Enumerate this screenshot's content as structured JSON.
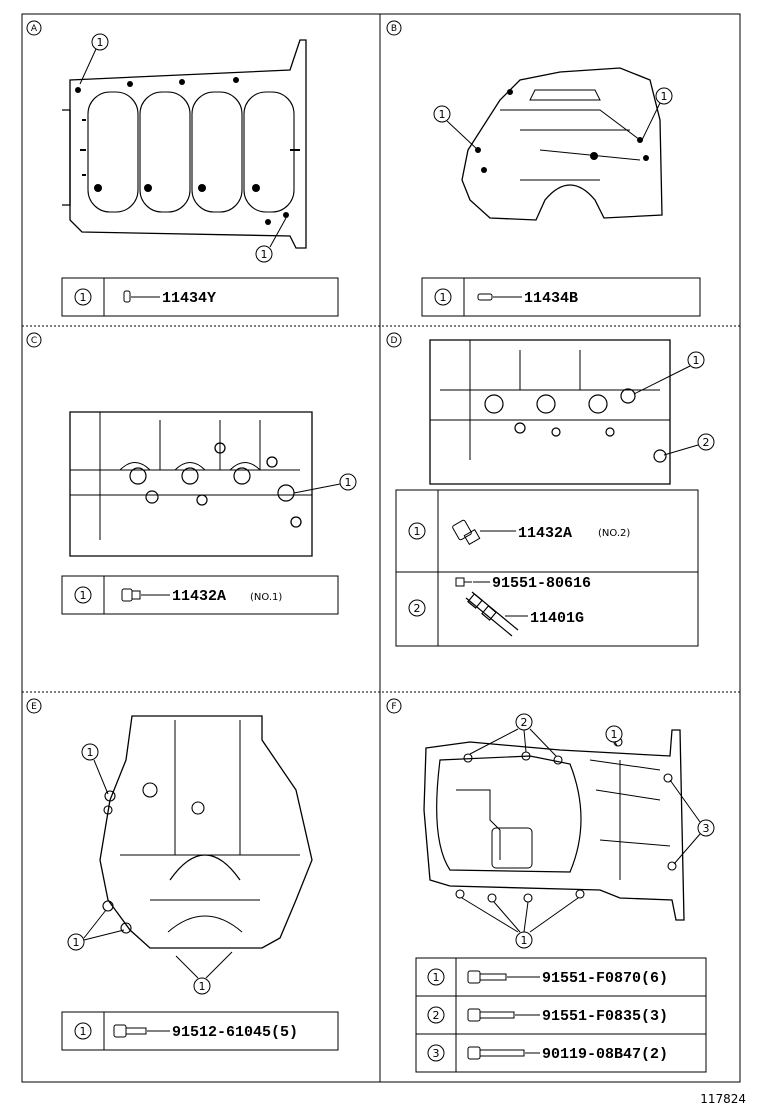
{
  "panels": {
    "A": {
      "letter": "A",
      "callout_num": "1",
      "rows": [
        {
          "num": "1",
          "part": "11434Y",
          "note": ""
        }
      ]
    },
    "B": {
      "letter": "B",
      "callout_num": "1",
      "rows": [
        {
          "num": "1",
          "part": "11434B",
          "note": ""
        }
      ]
    },
    "C": {
      "letter": "C",
      "callout_num": "1",
      "rows": [
        {
          "num": "1",
          "part": "11432A",
          "note": "(NO.1)"
        }
      ]
    },
    "D": {
      "letter": "D",
      "callout_nums": [
        "1",
        "2"
      ],
      "rows": [
        {
          "num": "1",
          "part": "11432A",
          "note": "(NO.2)"
        },
        {
          "num": "2",
          "part": "91551-80616",
          "part2": "11401G",
          "note": ""
        }
      ]
    },
    "E": {
      "letter": "E",
      "callout_num": "1",
      "rows": [
        {
          "num": "1",
          "part": "91512-61045(5)",
          "note": ""
        }
      ]
    },
    "F": {
      "letter": "F",
      "callout_nums": [
        "1",
        "2",
        "3"
      ],
      "rows": [
        {
          "num": "1",
          "part": "91551-F0870(6)",
          "note": ""
        },
        {
          "num": "2",
          "part": "91551-F0835(3)",
          "note": ""
        },
        {
          "num": "3",
          "part": "90119-08B47(2)",
          "note": ""
        }
      ]
    }
  },
  "figure_id": "117824",
  "colors": {
    "ink": "#000000",
    "paper": "#ffffff"
  }
}
